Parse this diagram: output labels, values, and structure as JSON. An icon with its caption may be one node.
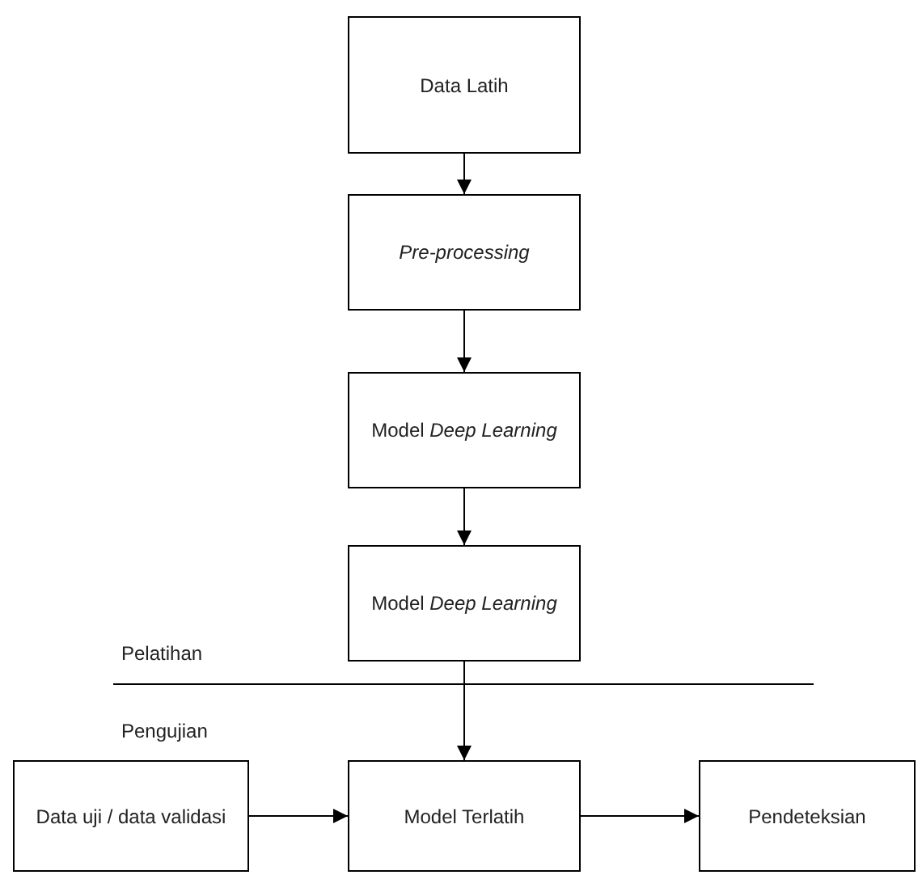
{
  "diagram": {
    "nodes": [
      {
        "text": [
          "Data Latih"
        ]
      },
      {
        "text": [
          "Pre-processing"
        ]
      },
      {
        "text": [
          "Model *Deep Learning*"
        ]
      },
      {
        "text": [
          "Model *Deep Learning*"
        ]
      },
      {
        "text": [
          "Data uji / data validasi"
        ]
      },
      {
        "text": [
          "Model Terlatih"
        ]
      },
      {
        "text": [
          "Pendeteksian"
        ]
      }
    ],
    "edges": [
      {
        "from": 0,
        "to": 1,
        "arrow": "to"
      },
      {
        "from": 1,
        "to": 2,
        "arrow": "to"
      },
      {
        "from": 2,
        "to": 3,
        "arrow": "to"
      },
      {
        "from": 3,
        "to": 5,
        "arrow": "to"
      },
      {
        "from": 4,
        "to": 5,
        "arrow": "to"
      },
      {
        "from": 5,
        "to": 6,
        "arrow": "to"
      }
    ],
    "labels": [
      "Pelatihan",
      "Pengujian"
    ]
  }
}
